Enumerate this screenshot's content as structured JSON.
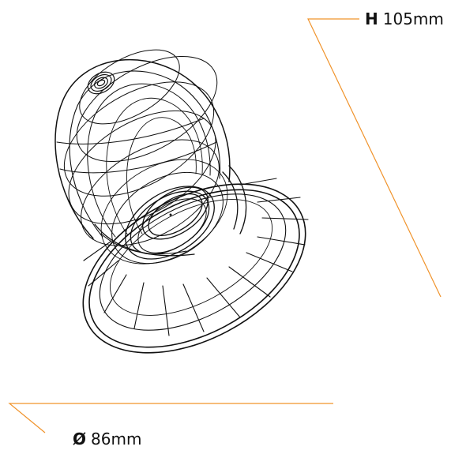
{
  "dimensions": {
    "height": {
      "symbol": "H",
      "value": "105mm"
    },
    "diameter": {
      "symbol": "Ø",
      "value": "86mm"
    }
  },
  "colors": {
    "dimension_line": "#f0932b",
    "drawing_line": "#111111",
    "background": "#ffffff"
  },
  "icons": {
    "product": "wireframe-dome-camera-icon"
  }
}
